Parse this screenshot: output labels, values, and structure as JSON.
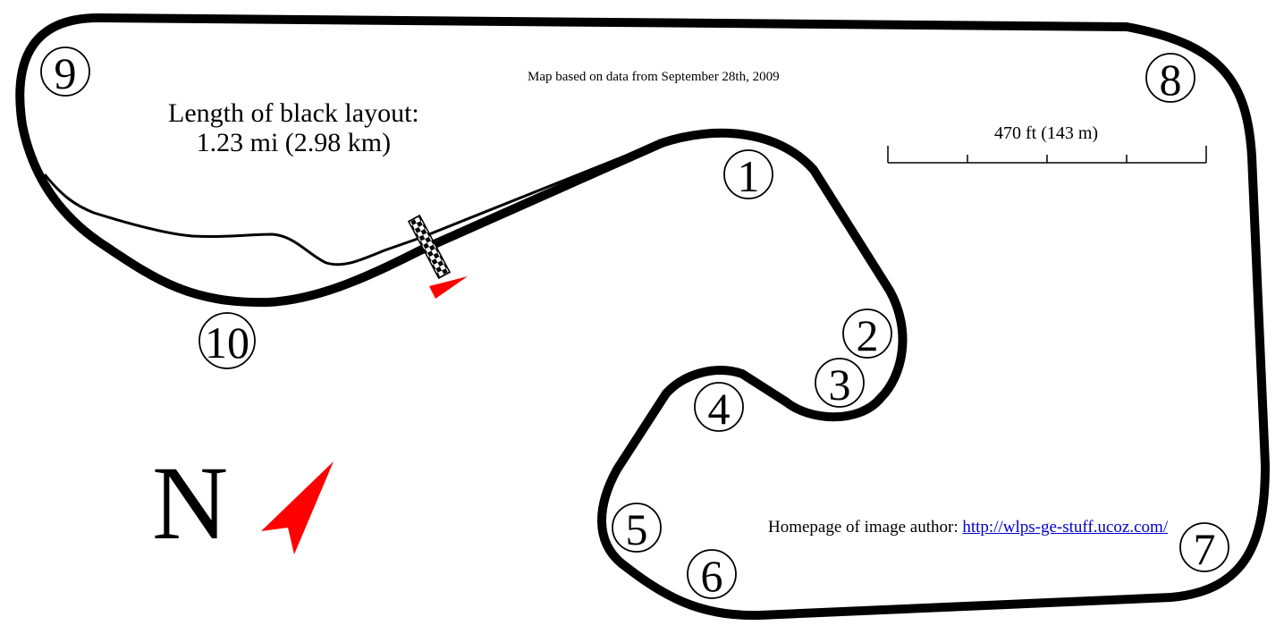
{
  "map": {
    "data_note": "Map based on data from September 28th, 2009",
    "length_title": "Length of black layout:",
    "length_value": "1.23 mi (2.98 km)",
    "scale_label": "470 ft (143 m)",
    "homepage_label": "Homepage of image author:",
    "homepage_url": "http://wlps-ge-stuff.ucoz.com/",
    "north_label": "N",
    "turns": [
      "1",
      "2",
      "3",
      "4",
      "5",
      "6",
      "7",
      "8",
      "9",
      "10"
    ],
    "colors": {
      "track": "#000000",
      "arrow": "#ff0000",
      "link": "#0000cc"
    },
    "icons": {
      "start_finish": "checkered-flag-icon",
      "direction": "direction-arrow-icon",
      "north": "north-arrow-icon"
    }
  }
}
